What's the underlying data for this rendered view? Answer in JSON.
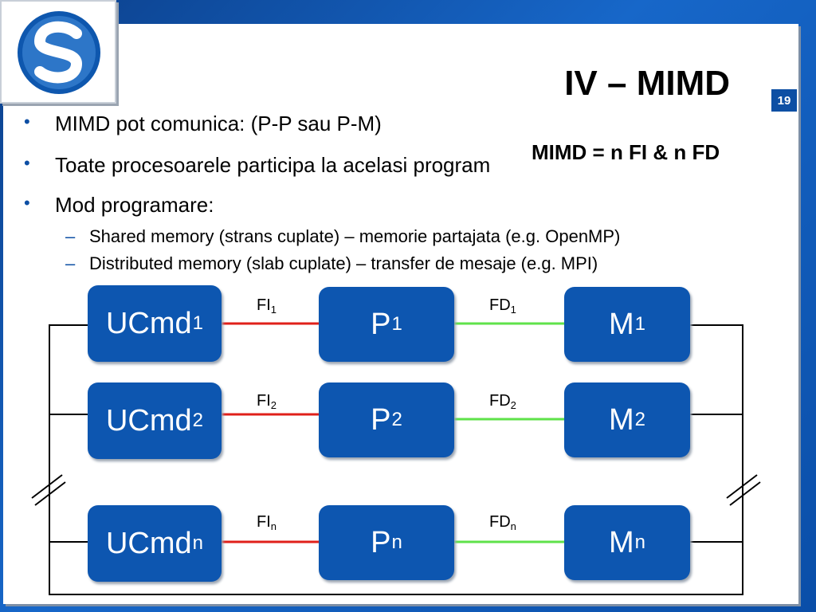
{
  "slide": {
    "title": "IV – MIMD",
    "number": "19",
    "equation": "MIMD = n FI & n FD"
  },
  "bullets": [
    {
      "text": "MIMD pot comunica: (P-P sau P-M)",
      "marker": "•"
    },
    {
      "text": "Toate procesoarele participa la acelasi program",
      "marker": "•"
    },
    {
      "text": "Mod programare:",
      "marker": "•",
      "sub": [
        {
          "text": "Shared memory (strans cuplate) – memorie partajata (e.g. OpenMP)",
          "marker": "–"
        },
        {
          "text": "Distributed memory (slab cuplate) – transfer de mesaje (e.g. MPI)",
          "marker": "–"
        }
      ]
    }
  ],
  "diagram": {
    "rows": [
      {
        "ucmd": "UCmd",
        "ucmd_sub": "1",
        "p": "P",
        "p_sub": "1",
        "m": "M",
        "m_sub": "1",
        "fi": "FI",
        "fi_sub": "1",
        "fd": "FD",
        "fd_sub": "1"
      },
      {
        "ucmd": "UCmd",
        "ucmd_sub": "2",
        "p": "P",
        "p_sub": "2",
        "m": "M",
        "m_sub": "2",
        "fi": "FI",
        "fi_sub": "2",
        "fd": "FD",
        "fd_sub": "2"
      },
      {
        "ucmd": "UCmd",
        "ucmd_sub": "n",
        "p": "P",
        "p_sub": "n",
        "m": "M",
        "m_sub": "n",
        "fi": "FI",
        "fi_sub": "n",
        "fd": "FD",
        "fd_sub": "n"
      }
    ],
    "colors": {
      "box": "#0d56b0",
      "fi_link": "#e0201a",
      "fd_link": "#5fe24a",
      "bus": "#000000"
    }
  }
}
